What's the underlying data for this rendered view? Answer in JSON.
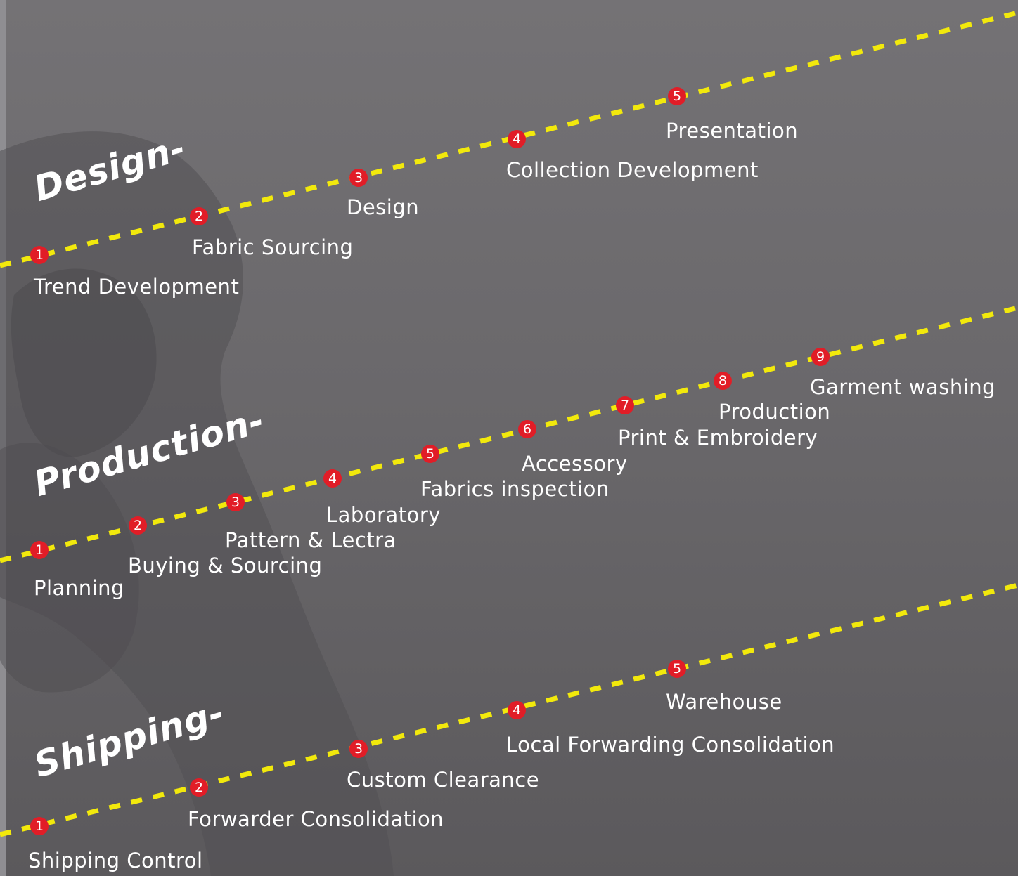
{
  "colors": {
    "background": "#6e6c70",
    "dash_line": "#f2e90c",
    "badge": "#e11d27",
    "text": "#ffffff"
  },
  "sections": [
    {
      "title": "Design-",
      "steps": [
        {
          "num": "1",
          "label": "Trend Development"
        },
        {
          "num": "2",
          "label": "Fabric Sourcing"
        },
        {
          "num": "3",
          "label": "Design"
        },
        {
          "num": "4",
          "label": "Collection Development"
        },
        {
          "num": "5",
          "label": "Presentation"
        }
      ]
    },
    {
      "title": "Production-",
      "steps": [
        {
          "num": "1",
          "label": "Planning"
        },
        {
          "num": "2",
          "label": "Buying & Sourcing"
        },
        {
          "num": "3",
          "label": "Pattern & Lectra"
        },
        {
          "num": "4",
          "label": "Laboratory"
        },
        {
          "num": "5",
          "label": "Fabrics inspection"
        },
        {
          "num": "6",
          "label": "Accessory"
        },
        {
          "num": "7",
          "label": "Print & Embroidery"
        },
        {
          "num": "8",
          "label": "Production"
        },
        {
          "num": "9",
          "label": "Garment washing"
        }
      ]
    },
    {
      "title": "Shipping-",
      "steps": [
        {
          "num": "1",
          "label": "Shipping Control"
        },
        {
          "num": "2",
          "label": "Forwarder Consolidation"
        },
        {
          "num": "3",
          "label": "Custom Clearance"
        },
        {
          "num": "4",
          "label": "Local Forwarding Consolidation"
        },
        {
          "num": "5",
          "label": "Warehouse"
        }
      ]
    }
  ]
}
